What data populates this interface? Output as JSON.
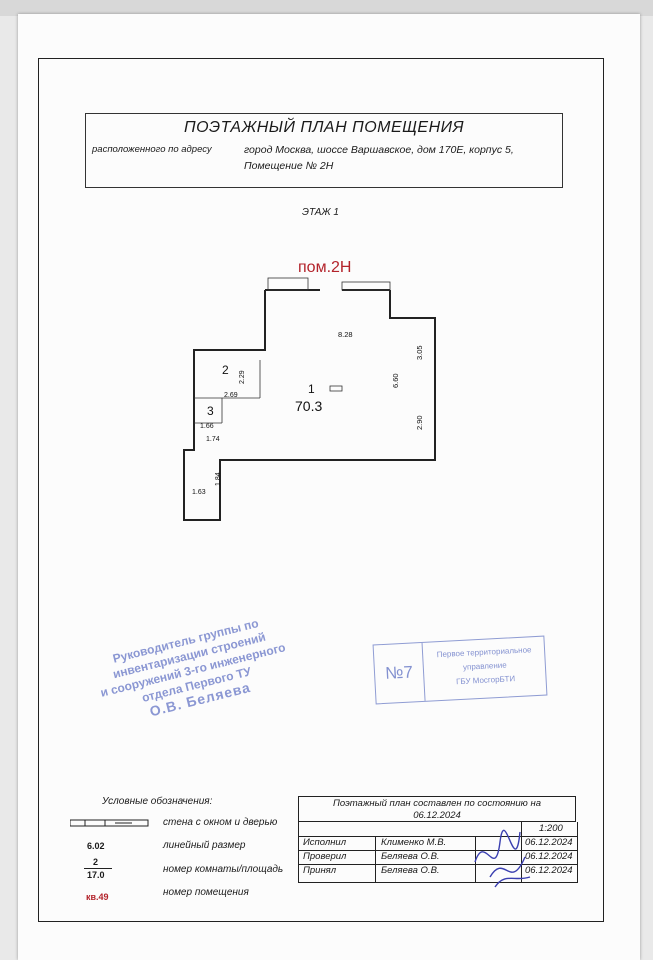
{
  "document": {
    "title": "ПОЭТАЖНЫЙ ПЛАН ПОМЕЩЕНИЯ",
    "address_prefix": "расположенного по адресу",
    "address_line1": "город Москва, шоссе Варшавское, дом 170Е, корпус 5,",
    "address_line2": "Помещение № 2Н",
    "floor": "ЭТАЖ 1",
    "premises_label": "пом.2Н"
  },
  "plan": {
    "rooms": [
      {
        "number": "1",
        "area": "70.3"
      },
      {
        "number": "2"
      },
      {
        "number": "3"
      }
    ],
    "dimensions": [
      "8.28",
      "3.05",
      "6.60",
      "2.90",
      "2.29",
      "2.69",
      "1.66",
      "1.74",
      "1.84",
      "1.63"
    ]
  },
  "stamp_blue": {
    "lines": [
      "Руководитель группы по",
      "инвентаризации строений",
      "и сооружений 3-го инженерного",
      "отдела Первого ТУ"
    ],
    "name": "О.В. Беляева"
  },
  "stamp_box": {
    "number": "№7",
    "lines": [
      "Первое территориальное",
      "управление",
      "ГБУ МосгорБТИ"
    ]
  },
  "legend": {
    "title": "Условные обозначения:",
    "items": [
      {
        "symbol": "",
        "text": "стена с окном и дверью"
      },
      {
        "symbol": "6.02",
        "text": "линейный размер"
      },
      {
        "symbol": "2",
        "text": "номер комнаты/площадь"
      },
      {
        "symbol": "17.0",
        "text": ""
      },
      {
        "symbol": "кв.49",
        "text": "номер помещения"
      }
    ]
  },
  "signoff": {
    "caption_line1": "Поэтажный план составлен по состоянию на",
    "caption_line2": "06.12.2024",
    "scale": "1:200",
    "rows": [
      {
        "role": "Исполнил",
        "name": "Клименко М.В.",
        "date": "06.12.2024"
      },
      {
        "role": "Проверил",
        "name": "Беляева О.В.",
        "date": "06.12.2024"
      },
      {
        "role": "Принял",
        "name": "Беляева О.В.",
        "date": "06.12.2024"
      }
    ]
  }
}
